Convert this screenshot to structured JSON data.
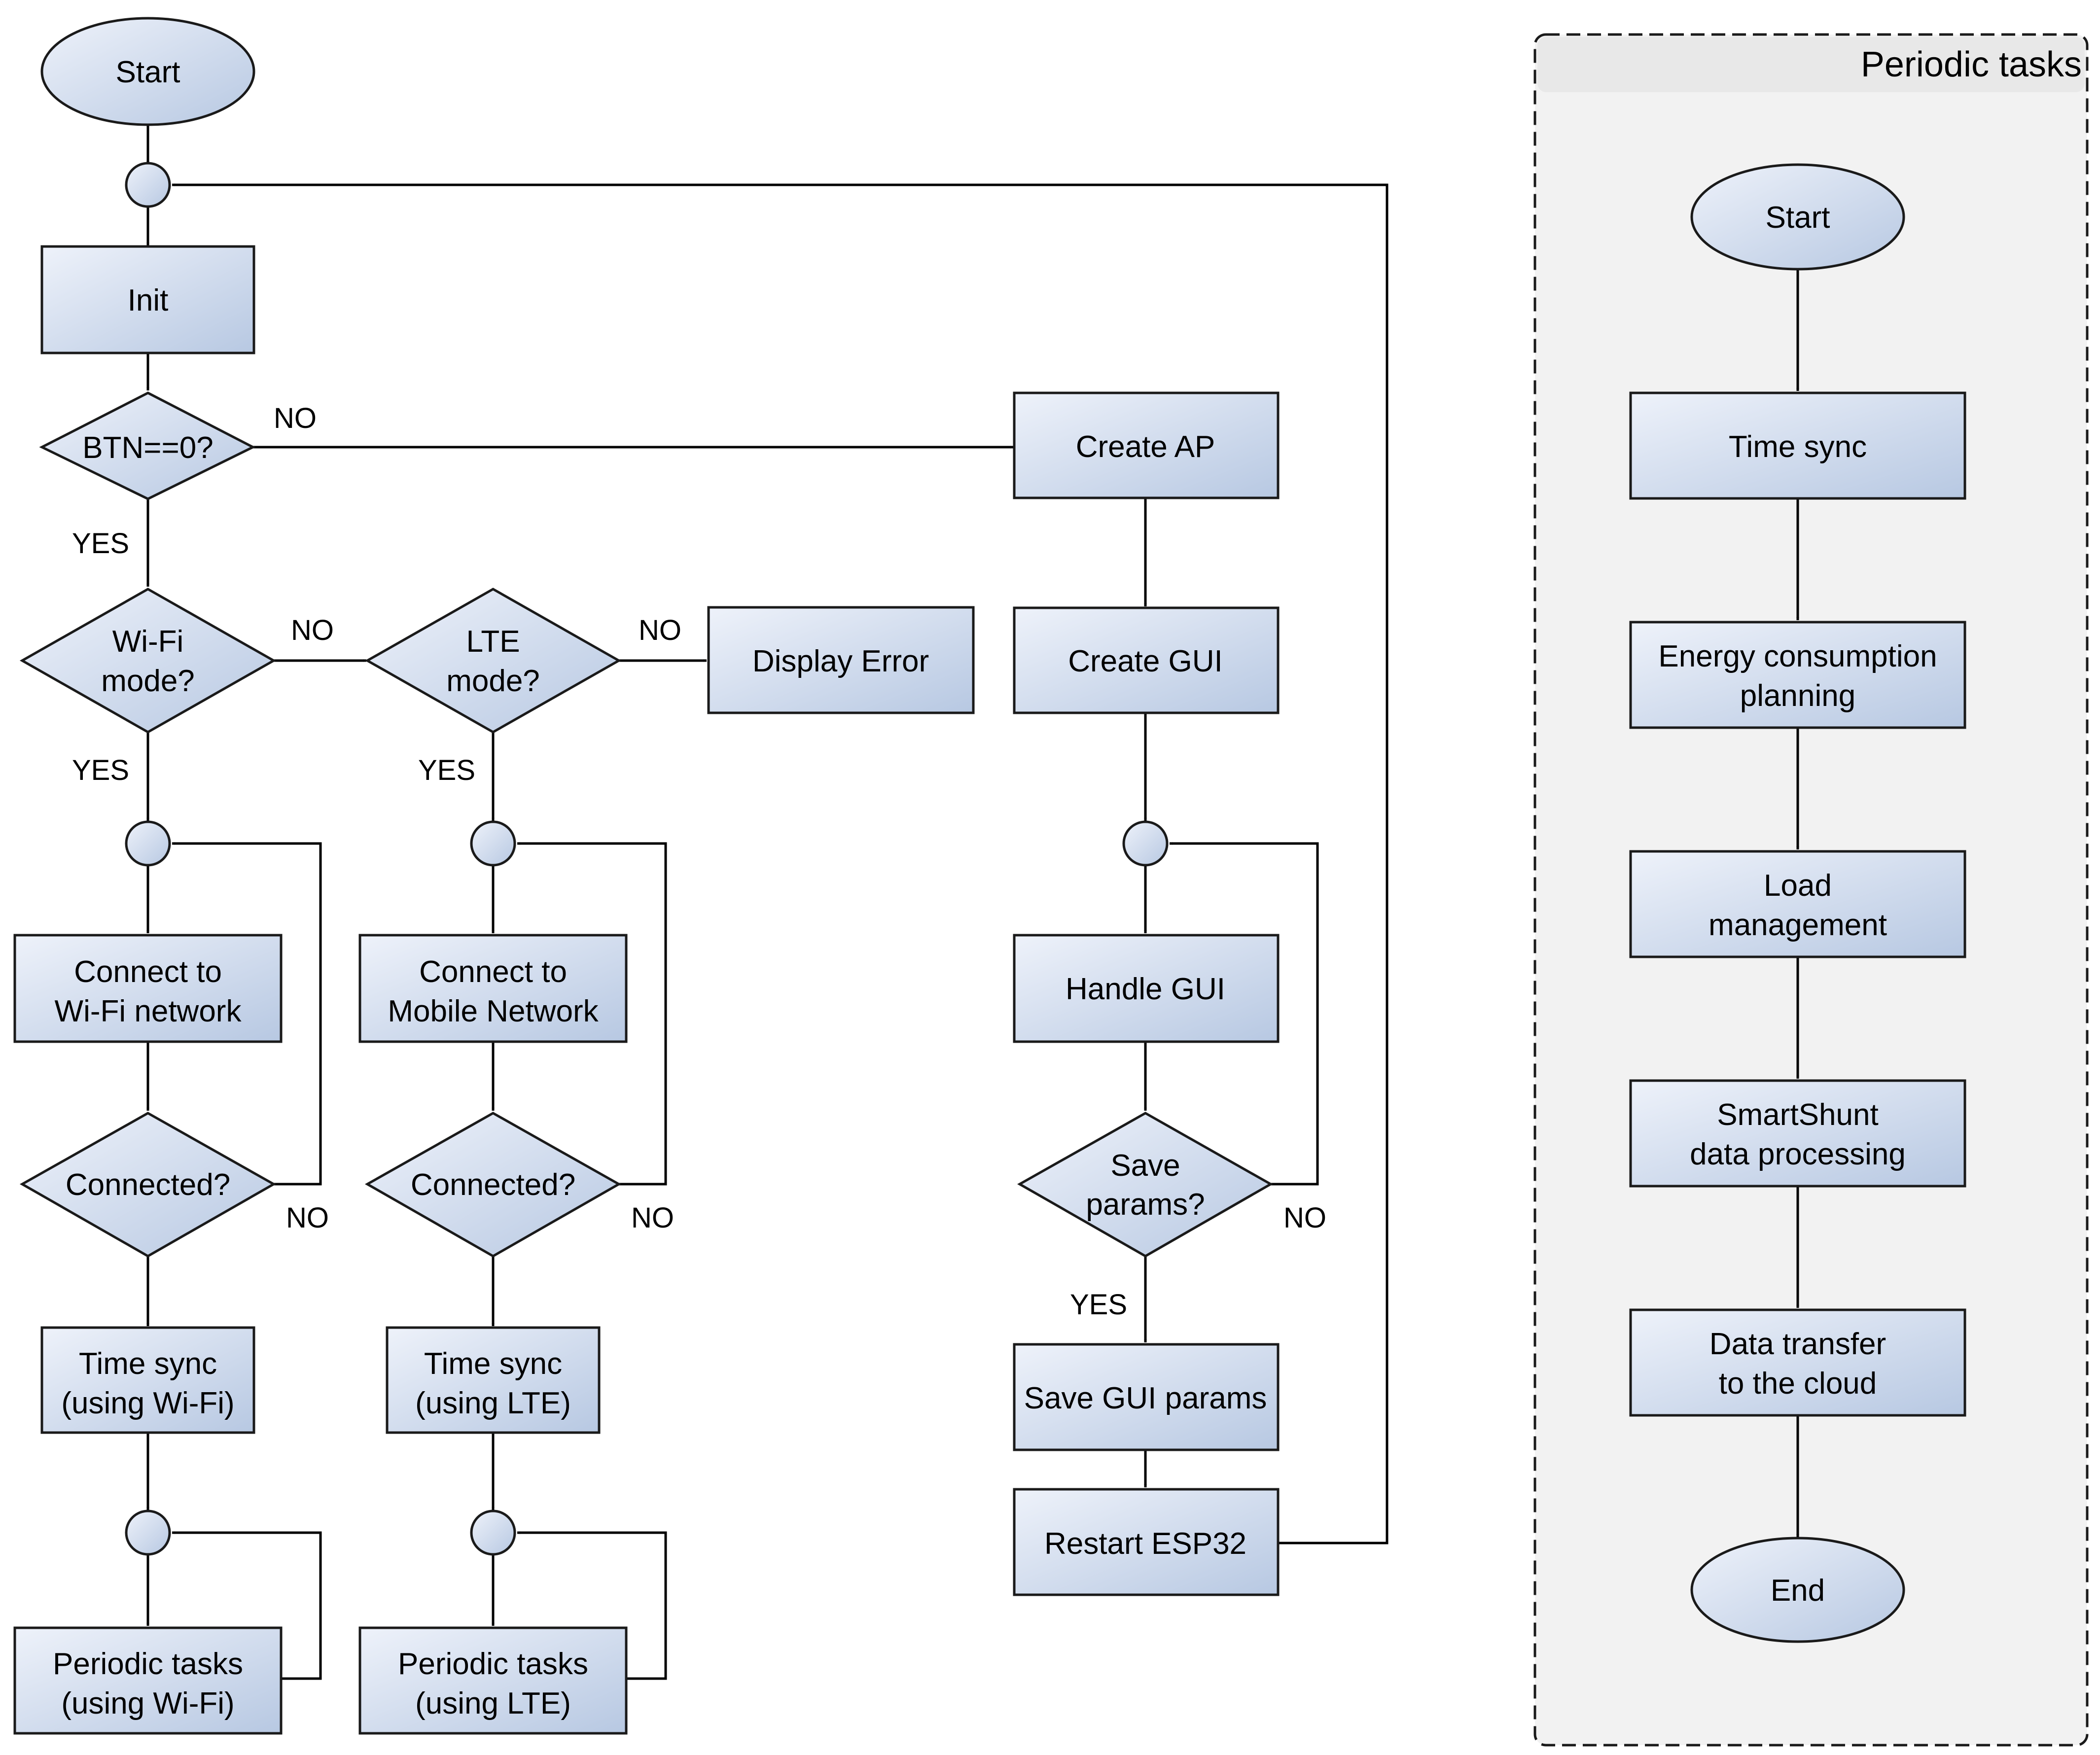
{
  "colors": {
    "node_fill_light": "#eef2fa",
    "node_fill_dark": "#b7c8e2",
    "stroke": "#1a1a1a",
    "panel_fill": "#f2f2f2"
  },
  "main": {
    "start": "Start",
    "init": "Init",
    "btn_check": "BTN==0?",
    "wifi_mode": [
      "Wi-Fi",
      "mode?"
    ],
    "lte_mode": [
      "LTE",
      "mode?"
    ],
    "display_error": "Display Error",
    "connect_wifi": [
      "Connect to",
      "Wi-Fi network"
    ],
    "connect_mobile": [
      "Connect to",
      "Mobile Network"
    ],
    "connected": "Connected?",
    "time_sync_wifi": [
      "Time sync",
      "(using Wi-Fi)"
    ],
    "time_sync_lte": [
      "Time sync",
      "(using LTE)"
    ],
    "periodic_wifi": [
      "Periodic tasks",
      "(using Wi-Fi)"
    ],
    "periodic_lte": [
      "Periodic tasks",
      "(using LTE)"
    ],
    "create_ap": "Create AP",
    "create_gui": "Create GUI",
    "handle_gui": "Handle GUI",
    "save_params": [
      "Save",
      "params?"
    ],
    "save_gui_params": "Save GUI params",
    "restart": "Restart ESP32"
  },
  "edge_labels": {
    "yes": "YES",
    "no": "NO"
  },
  "periodic_panel": {
    "title": "Periodic tasks",
    "start": "Start",
    "time_sync": "Time sync",
    "energy": [
      "Energy consumption",
      "planning"
    ],
    "load": [
      "Load",
      "management"
    ],
    "smartshunt": [
      "SmartShunt",
      "data processing"
    ],
    "transfer": [
      "Data transfer",
      "to the cloud"
    ],
    "end": "End"
  }
}
